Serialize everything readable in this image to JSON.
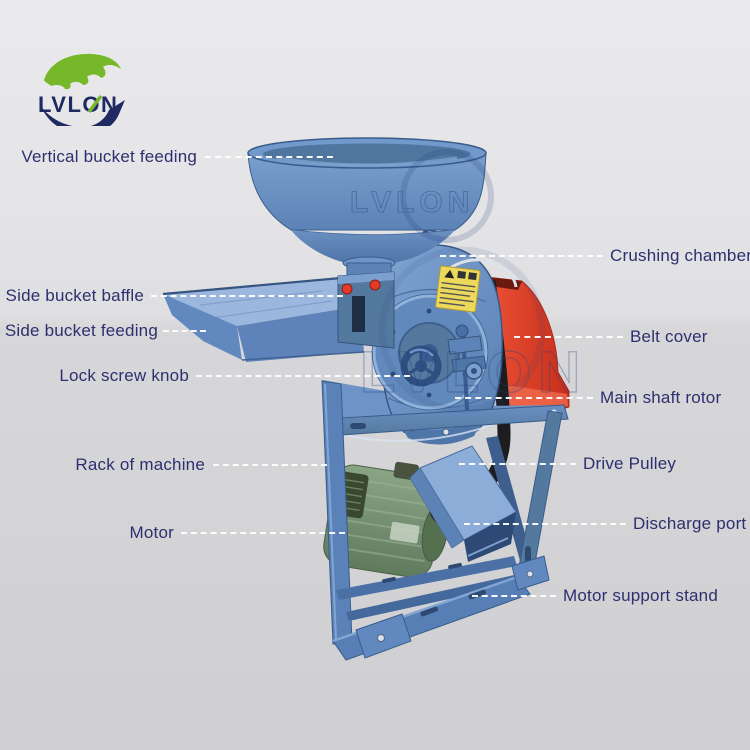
{
  "brand": {
    "name": "LVLON"
  },
  "watermark": {
    "text": "LVLON"
  },
  "product": {
    "description": "Grain crusher feed mill machine with annotated parts"
  },
  "labels": [
    {
      "text": "Vertical bucket feeding",
      "side": "left"
    },
    {
      "text": "Side bucket baffle",
      "side": "left"
    },
    {
      "text": "Side bucket feeding",
      "side": "left"
    },
    {
      "text": "Lock screw knob",
      "side": "left"
    },
    {
      "text": "Rack of machine",
      "side": "left"
    },
    {
      "text": "Motor",
      "side": "left"
    },
    {
      "text": "Crushing chamber",
      "side": "right"
    },
    {
      "text": "Belt cover",
      "side": "right"
    },
    {
      "text": "Main shaft rotor",
      "side": "right"
    },
    {
      "text": "Drive Pulley",
      "side": "right"
    },
    {
      "text": "Discharge port",
      "side": "right"
    },
    {
      "text": "Motor support stand",
      "side": "right"
    }
  ],
  "colors": {
    "label-navy": "#2e2f6e",
    "leader-line-white": "#ffffff",
    "machine-blue": "#5b83ba",
    "machine-blue-dark": "#3f608f",
    "machine-blue-light": "#8fb0d9",
    "belt-cover-red": "#d93b27",
    "motor-green": "#74906c",
    "warning-yellow": "#ecd95c",
    "logo-green": "#76b82a",
    "logo-navy": "#1f2a63"
  }
}
